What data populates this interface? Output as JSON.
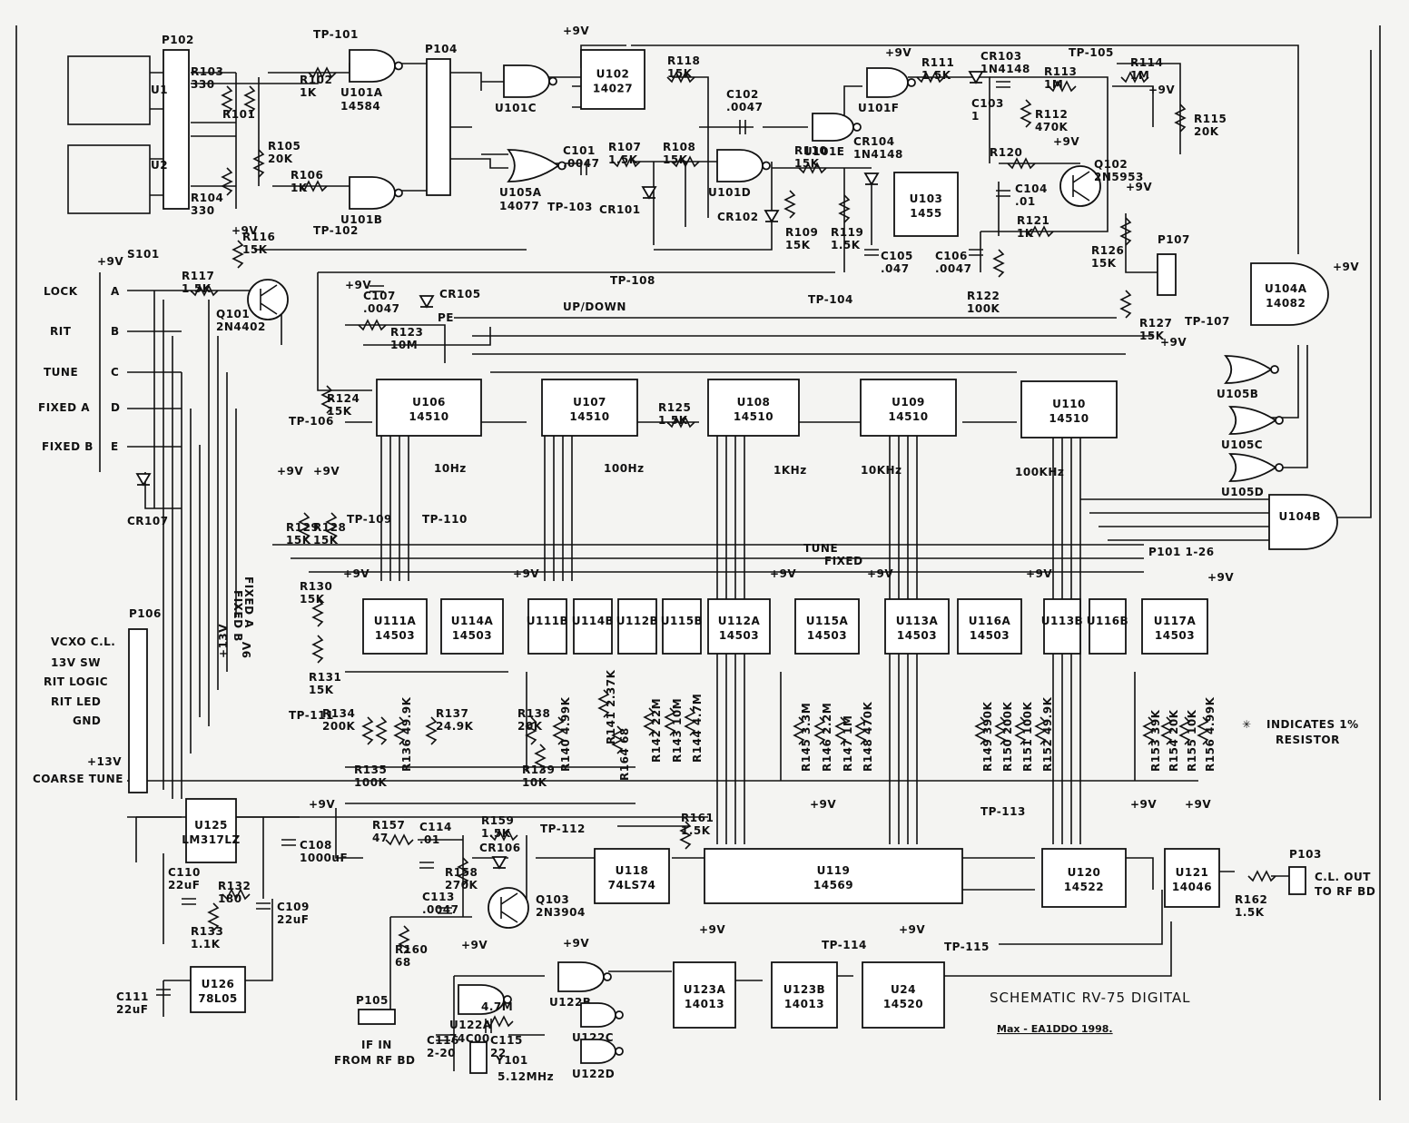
{
  "title": "SCHEMATIC RV-75 DIGITAL",
  "signature": "Max - EA1DDO 1998.",
  "note": {
    "star": "✳",
    "text1": "INDICATES 1%",
    "text2": "RESISTOR"
  },
  "ics": [
    {
      "id": "u101a",
      "ref": "U101A",
      "part": "14584"
    },
    {
      "id": "u101b",
      "ref": "U101B",
      "part": ""
    },
    {
      "id": "u101c",
      "ref": "U101C",
      "part": ""
    },
    {
      "id": "u101d",
      "ref": "U101D",
      "part": ""
    },
    {
      "id": "u101e",
      "ref": "U101E",
      "part": ""
    },
    {
      "id": "u101f",
      "ref": "U101F",
      "part": ""
    },
    {
      "id": "u102",
      "ref": "U102",
      "part": "14027"
    },
    {
      "id": "u103",
      "ref": "U103",
      "part": "1455"
    },
    {
      "id": "u104a",
      "ref": "U104A",
      "part": "14082"
    },
    {
      "id": "u104b",
      "ref": "U104B",
      "part": ""
    },
    {
      "id": "u105a",
      "ref": "U105A",
      "part": "14077"
    },
    {
      "id": "u105b",
      "ref": "U105B",
      "part": ""
    },
    {
      "id": "u105c",
      "ref": "U105C",
      "part": ""
    },
    {
      "id": "u105d",
      "ref": "U105D",
      "part": ""
    },
    {
      "id": "u106",
      "ref": "U106",
      "part": "14510"
    },
    {
      "id": "u107",
      "ref": "U107",
      "part": "14510"
    },
    {
      "id": "u108",
      "ref": "U108",
      "part": "14510"
    },
    {
      "id": "u109",
      "ref": "U109",
      "part": "14510"
    },
    {
      "id": "u110",
      "ref": "U110",
      "part": "14510"
    },
    {
      "id": "u111a",
      "ref": "U111A",
      "part": "14503"
    },
    {
      "id": "u114a",
      "ref": "U114A",
      "part": "14503"
    },
    {
      "id": "u111b",
      "ref": "U111B",
      "part": ""
    },
    {
      "id": "u114b",
      "ref": "U114B",
      "part": ""
    },
    {
      "id": "u112b",
      "ref": "U112B",
      "part": ""
    },
    {
      "id": "u115b",
      "ref": "U115B",
      "part": ""
    },
    {
      "id": "u112a",
      "ref": "U112A",
      "part": "14503"
    },
    {
      "id": "u115a",
      "ref": "U115A",
      "part": "14503"
    },
    {
      "id": "u113a",
      "ref": "U113A",
      "part": "14503"
    },
    {
      "id": "u116a",
      "ref": "U116A",
      "part": "14503"
    },
    {
      "id": "u113b",
      "ref": "U113B",
      "part": ""
    },
    {
      "id": "u116b",
      "ref": "U116B",
      "part": ""
    },
    {
      "id": "u117a",
      "ref": "U117A",
      "part": "14503"
    },
    {
      "id": "u118",
      "ref": "U118",
      "part": "74LS74"
    },
    {
      "id": "u119",
      "ref": "U119",
      "part": "14569"
    },
    {
      "id": "u120",
      "ref": "U120",
      "part": "14522"
    },
    {
      "id": "u121",
      "ref": "U121",
      "part": "14046"
    },
    {
      "id": "u122a",
      "ref": "U122A",
      "part": "74C00"
    },
    {
      "id": "u122b",
      "ref": "U122B",
      "part": ""
    },
    {
      "id": "u122c",
      "ref": "U122C",
      "part": ""
    },
    {
      "id": "u122d",
      "ref": "U122D",
      "part": ""
    },
    {
      "id": "u123a",
      "ref": "U123A",
      "part": "14013"
    },
    {
      "id": "u123b",
      "ref": "U123B",
      "part": "14013"
    },
    {
      "id": "u124",
      "ref": "U24",
      "part": "14520"
    },
    {
      "id": "u125",
      "ref": "U125",
      "part": "LM317LZ"
    },
    {
      "id": "u126",
      "ref": "U126",
      "part": "78L05"
    }
  ],
  "decades": [
    "10Hz",
    "100Hz",
    "1KHz",
    "10KHz",
    "100KHz"
  ],
  "testpoints": [
    "TP-101",
    "TP-102",
    "TP-103",
    "TP-104",
    "TP-105",
    "TP-106",
    "TP-107",
    "TP-108",
    "TP-109",
    "TP-110",
    "TP-111",
    "TP-112",
    "TP-113",
    "TP-114",
    "TP-115"
  ],
  "connectors": {
    "p102": "P102",
    "p104": "P104",
    "p106": {
      "ref": "P106",
      "pins": [
        "VCXO C.L.",
        "13V SW",
        "RIT LOGIC",
        "RIT LED",
        "GND",
        "",
        "+13V",
        "COARSE TUNE"
      ]
    },
    "p107": "P107",
    "p101": "P101 1-26",
    "p103": {
      "ref": "P103",
      "label1": "C.L. OUT",
      "label2": "TO RF BD"
    },
    "p105": {
      "ref": "P105",
      "label1": "IF IN",
      "label2": "FROM RF BD"
    }
  },
  "switch": {
    "ref": "S101",
    "positions": [
      "LOCK",
      "RIT",
      "TUNE",
      "FIXED A",
      "FIXED B"
    ],
    "letters": [
      "A",
      "B",
      "C",
      "D",
      "E"
    ]
  },
  "optos": [
    "U1",
    "U2"
  ],
  "transistors": [
    {
      "id": "q101",
      "ref": "Q101",
      "part": "2N4402"
    },
    {
      "id": "q102",
      "ref": "Q102",
      "part": "2N5953"
    },
    {
      "id": "q103",
      "ref": "Q103",
      "part": "2N3904"
    }
  ],
  "crystal": {
    "ref": "Y101",
    "value": "5.12MHz"
  },
  "resistors": [
    {
      "id": "r101",
      "ref": "R101",
      "value": ""
    },
    {
      "id": "r102",
      "ref": "R102",
      "value": "1K"
    },
    {
      "id": "r103",
      "ref": "R103",
      "value": "330"
    },
    {
      "id": "r104",
      "ref": "R104",
      "value": "330"
    },
    {
      "id": "r105",
      "ref": "R105",
      "value": "20K"
    },
    {
      "id": "r106",
      "ref": "R106",
      "value": "1K"
    },
    {
      "id": "r107",
      "ref": "R107",
      "value": "1.5K"
    },
    {
      "id": "r108",
      "ref": "R108",
      "value": "15K"
    },
    {
      "id": "r109",
      "ref": "R109",
      "value": "15K"
    },
    {
      "id": "r110",
      "ref": "R110",
      "value": "15K"
    },
    {
      "id": "r111",
      "ref": "R111",
      "value": "1.5K"
    },
    {
      "id": "r112",
      "ref": "R112",
      "value": "470K"
    },
    {
      "id": "r113",
      "ref": "R113",
      "value": "1M"
    },
    {
      "id": "r114",
      "ref": "R114",
      "value": "1M"
    },
    {
      "id": "r115",
      "ref": "R115",
      "value": "20K"
    },
    {
      "id": "r116",
      "ref": "R116",
      "value": "15K"
    },
    {
      "id": "r117",
      "ref": "R117",
      "value": "1.5K"
    },
    {
      "id": "r118",
      "ref": "R118",
      "value": "15K"
    },
    {
      "id": "r119",
      "ref": "R119",
      "value": "1.5K"
    },
    {
      "id": "r120",
      "ref": "R120",
      "value": ""
    },
    {
      "id": "r121",
      "ref": "R121",
      "value": "1K"
    },
    {
      "id": "r122",
      "ref": "R122",
      "value": "100K"
    },
    {
      "id": "r123",
      "ref": "R123",
      "value": "10M"
    },
    {
      "id": "r124",
      "ref": "R124",
      "value": "15K"
    },
    {
      "id": "r125",
      "ref": "R125",
      "value": "1.5K"
    },
    {
      "id": "r126",
      "ref": "R126",
      "value": "15K"
    },
    {
      "id": "r127",
      "ref": "R127",
      "value": "15K"
    },
    {
      "id": "r128",
      "ref": "R128",
      "value": "15K"
    },
    {
      "id": "r129",
      "ref": "R129",
      "value": "15K"
    },
    {
      "id": "r130",
      "ref": "R130",
      "value": "15K"
    },
    {
      "id": "r131",
      "ref": "R131",
      "value": "15K"
    },
    {
      "id": "r132",
      "ref": "R132",
      "value": "180"
    },
    {
      "id": "r133",
      "ref": "R133",
      "value": "1.1K"
    },
    {
      "id": "r134",
      "ref": "R134",
      "value": "200K"
    },
    {
      "id": "r135",
      "ref": "R135",
      "value": "100K"
    },
    {
      "id": "r136",
      "ref": "R136",
      "value": "49.9K"
    },
    {
      "id": "r137",
      "ref": "R137",
      "value": "24.9K"
    },
    {
      "id": "r138",
      "ref": "R138",
      "value": "20K"
    },
    {
      "id": "r139",
      "ref": "R139",
      "value": "10K"
    },
    {
      "id": "r140",
      "ref": "R140",
      "value": "4.99K"
    },
    {
      "id": "r141",
      "ref": "R141",
      "value": "2.37K"
    },
    {
      "id": "r142",
      "ref": "R142",
      "value": "22M"
    },
    {
      "id": "r143",
      "ref": "R143",
      "value": "10M"
    },
    {
      "id": "r144",
      "ref": "R144",
      "value": "4.7M"
    },
    {
      "id": "r145",
      "ref": "R145",
      "value": "3.3M"
    },
    {
      "id": "r146",
      "ref": "R146",
      "value": "2.2M"
    },
    {
      "id": "r147",
      "ref": "R147",
      "value": "1M"
    },
    {
      "id": "r148",
      "ref": "R148",
      "value": "470K"
    },
    {
      "id": "r149",
      "ref": "R149",
      "value": "390K"
    },
    {
      "id": "r150",
      "ref": "R150",
      "value": "200K"
    },
    {
      "id": "r151",
      "ref": "R151",
      "value": "100K"
    },
    {
      "id": "r152",
      "ref": "R152",
      "value": "49.9K"
    },
    {
      "id": "r153",
      "ref": "R153",
      "value": "39K"
    },
    {
      "id": "r154",
      "ref": "R154",
      "value": "20K"
    },
    {
      "id": "r155",
      "ref": "R155",
      "value": "10K"
    },
    {
      "id": "r156",
      "ref": "R156",
      "value": "4.99K"
    },
    {
      "id": "r157",
      "ref": "R157",
      "value": "47"
    },
    {
      "id": "r158",
      "ref": "R158",
      "value": "270K"
    },
    {
      "id": "r159",
      "ref": "R159",
      "value": "1.5K"
    },
    {
      "id": "r160",
      "ref": "R160",
      "value": "68"
    },
    {
      "id": "r161",
      "ref": "R161",
      "value": "1.5K"
    },
    {
      "id": "r162",
      "ref": "R162",
      "value": "1.5K"
    },
    {
      "id": "r164",
      "ref": "R164",
      "value": "68"
    },
    {
      "id": "r4m7",
      "ref": "",
      "value": "4.7M"
    }
  ],
  "capacitors": [
    {
      "id": "c101",
      "ref": "C101",
      "value": ".0047"
    },
    {
      "id": "c102",
      "ref": "C102",
      "value": ".0047"
    },
    {
      "id": "c103",
      "ref": "C103",
      "value": "1"
    },
    {
      "id": "c104",
      "ref": "C104",
      "value": ".01"
    },
    {
      "id": "c105",
      "ref": "C105",
      "value": ".047"
    },
    {
      "id": "c106",
      "ref": "C106",
      "value": ".0047"
    },
    {
      "id": "c107",
      "ref": "C107",
      "value": ".0047"
    },
    {
      "id": "c108",
      "ref": "C108",
      "value": "1000uF"
    },
    {
      "id": "c109",
      "ref": "C109",
      "value": "22uF"
    },
    {
      "id": "c110",
      "ref": "C110",
      "value": "22uF"
    },
    {
      "id": "c111",
      "ref": "C111",
      "value": "22uF"
    },
    {
      "id": "c113",
      "ref": "C113",
      "value": ".0047"
    },
    {
      "id": "c114",
      "ref": "C114",
      "value": ".01"
    },
    {
      "id": "c115",
      "ref": "C115",
      "value": "22"
    },
    {
      "id": "c116",
      "ref": "C116",
      "value": "2-20"
    }
  ],
  "diodes": [
    {
      "id": "cr101",
      "ref": "CR101",
      "part": ""
    },
    {
      "id": "cr102",
      "ref": "CR102",
      "part": ""
    },
    {
      "id": "cr103",
      "ref": "CR103",
      "part": "1N4148"
    },
    {
      "id": "cr104",
      "ref": "CR104",
      "part": "1N4148"
    },
    {
      "id": "cr105",
      "ref": "CR105",
      "part": ""
    },
    {
      "id": "cr106",
      "ref": "CR106",
      "part": ""
    },
    {
      "id": "cr107",
      "ref": "CR107",
      "part": ""
    }
  ],
  "nets": {
    "updown": "UP/DOWN",
    "pe": "PE",
    "tune": "TUNE",
    "fixed": "FIXED",
    "fixeda": "FIXED A",
    "fixedb": "FIXED B",
    "vcc9": "+9V",
    "vcc13": "+13V",
    "v9": "9V"
  }
}
